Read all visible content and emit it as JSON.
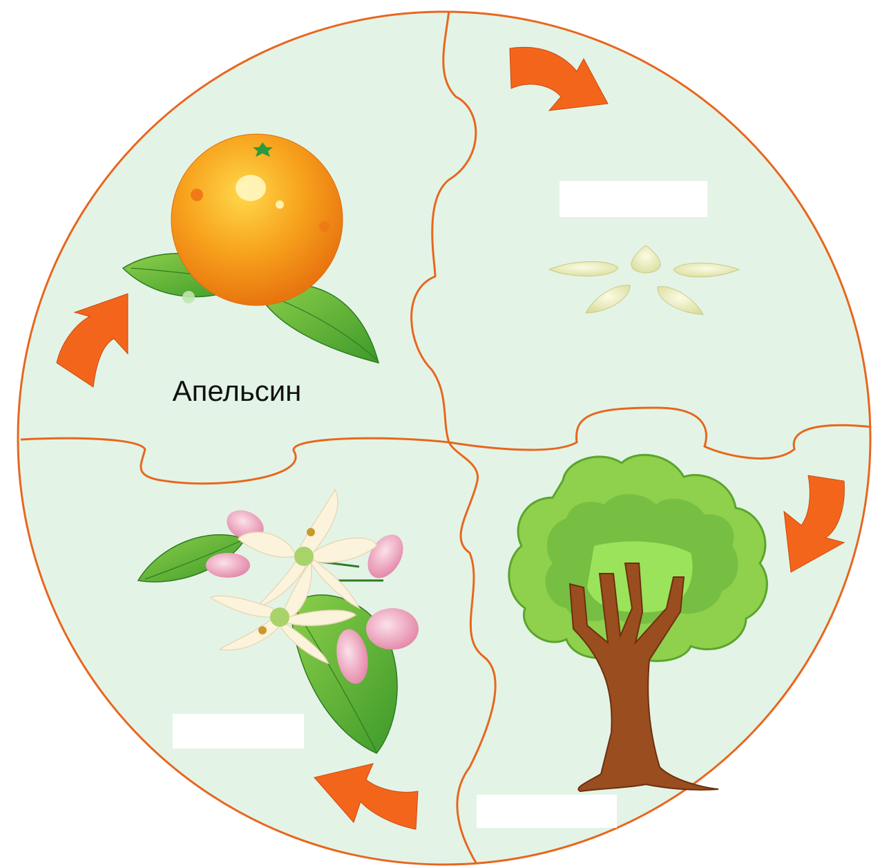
{
  "title": "",
  "colors": {
    "background": "#e3f4e6",
    "outline": "#e8661e",
    "arrow": "#f4651c",
    "label_box": "#ffffff"
  },
  "pieces": {
    "fruit": {
      "label": "Апельсин",
      "icon": "orange-fruit-icon"
    },
    "seeds": {
      "label": "",
      "icon": "seeds-icon"
    },
    "tree": {
      "label": "",
      "icon": "tree-icon"
    },
    "flower": {
      "label": "",
      "icon": "flower-icon"
    }
  },
  "arrows": [
    "arrow-fruit-to-seeds",
    "arrow-seeds-to-tree",
    "arrow-tree-to-flower",
    "arrow-flower-to-fruit"
  ]
}
